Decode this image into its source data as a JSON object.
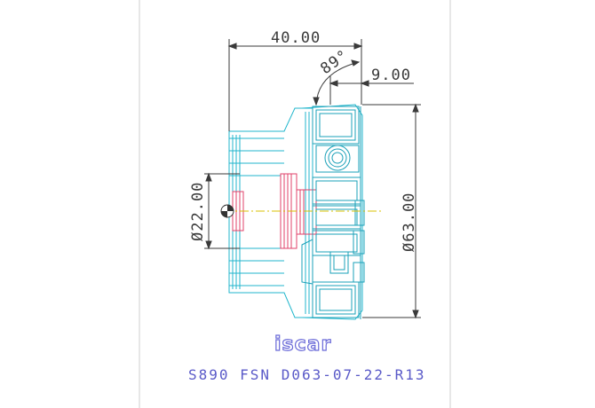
{
  "drawing": {
    "dimensions": {
      "overall_length": "40.00",
      "lead_angle": "89°",
      "insert_width": "9.00",
      "bore_diameter": "Ø22.00",
      "cutting_diameter": "Ø63.00"
    },
    "logo_text": "iscar",
    "designation": "S890 FSN D063-07-22-R13",
    "colors": {
      "dimension": "#3a3a3a",
      "body": "#20b6cc",
      "section": "#e0406a",
      "insert": "#1aa0b8",
      "centerline": "#d8c000",
      "logo": "#6a6ad8",
      "frame": "#c8c8c8"
    }
  }
}
